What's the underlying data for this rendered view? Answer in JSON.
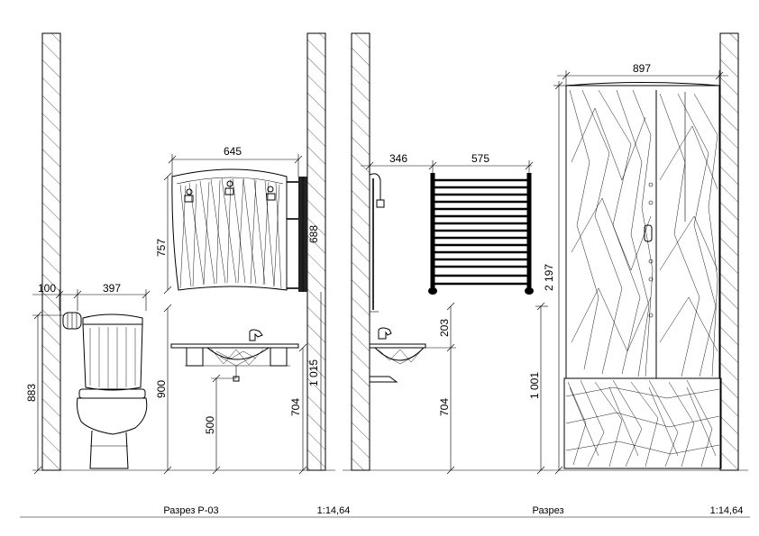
{
  "sections": [
    {
      "caption": "Разрез Р-03",
      "scale": "1:14,64",
      "dimensions": {
        "toilet_offset": "100",
        "toilet_width": "397",
        "toilet_height": "883",
        "mirror_width": "645",
        "mirror_height": "757",
        "dryer_height": "688",
        "basin_height": "900",
        "drain_height": "500",
        "counter_height": "704",
        "mirror_bottom": "1 015"
      }
    },
    {
      "caption": "Разрез",
      "scale": "1:14,64",
      "dimensions": {
        "shower_width": "897",
        "shower_height": "2 197",
        "tray_height": "1 001",
        "spout_offset": "346",
        "towel_width": "575",
        "tap_height": "203",
        "counter_height": "704"
      }
    }
  ]
}
